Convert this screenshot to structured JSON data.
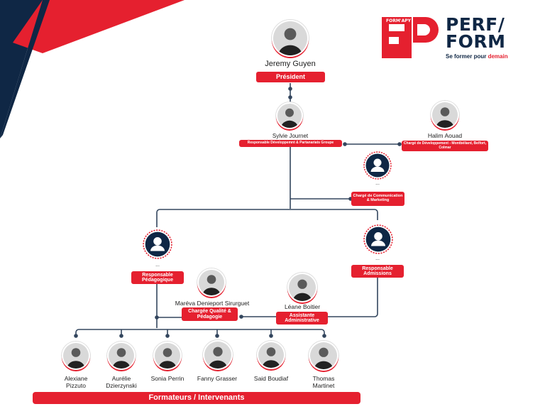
{
  "brand": {
    "name_line1": "PERF/",
    "name_line2": "FORM",
    "tagline_a": "Se former pour ",
    "tagline_b": "demain",
    "mark_small": "FORM'APY",
    "colors": {
      "red": "#e5202f",
      "navy": "#0f2745",
      "line": "#33465e"
    }
  },
  "people": {
    "president": {
      "name": "Jeremy Guyen",
      "role": "Président"
    },
    "sylvie": {
      "name": "Sylvie Journet",
      "role": "Responsable Développemnt & Partanariats Groupe"
    },
    "halim": {
      "name": "Halim Aouad",
      "role": "Chargé de Développement - Montbéliard, Belfort, Colmar"
    },
    "comm": {
      "name": "...",
      "role": "Chargé de Communication & Marketing"
    },
    "peda": {
      "name": "...",
      "role": "Responsable Pédagogique"
    },
    "adm": {
      "name": "...",
      "role": "Responsable Admissions"
    },
    "mareva": {
      "name": "Maréva Denieport Sirurguet",
      "role": "Chargée Qualité & Pédagogie"
    },
    "leane": {
      "name": "Léane Boitier",
      "role": "Assistante Administrative"
    }
  },
  "trainers": [
    {
      "name": "Alexiane\nPizzuto"
    },
    {
      "name": "Aurélie\nDzierzynski"
    },
    {
      "name": "Sonia Perrin"
    },
    {
      "name": "Fanny Grasser"
    },
    {
      "name": "Said Boudiaf"
    },
    {
      "name": "Thomas\nMartinet"
    }
  ],
  "trainers_label": "Formateurs / Intervenants"
}
